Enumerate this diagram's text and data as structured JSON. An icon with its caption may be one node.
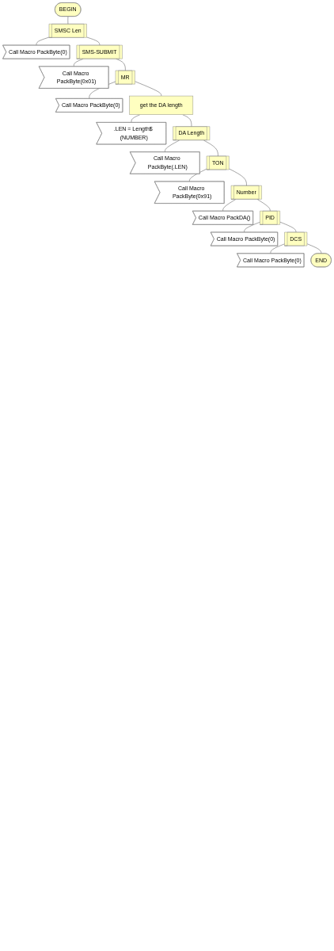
{
  "diagram": {
    "nodes": [
      {
        "text": [
          "BEGIN"
        ]
      },
      {
        "text": [
          "SMSC Len"
        ]
      },
      {
        "text": [
          "Call Macro PackByte(0)"
        ]
      },
      {
        "text": [
          "SMS-SUBMIT"
        ]
      },
      {
        "text": [
          "Call Macro PackByte(0x01)"
        ]
      },
      {
        "text": [
          "MR"
        ]
      },
      {
        "text": [
          "Call Macro PackByte(0)"
        ]
      },
      {
        "text": [
          "get the DA length"
        ]
      },
      {
        "text": [
          ".LEN = Length$ (NUMBER)"
        ]
      },
      {
        "text": [
          "DA Length"
        ]
      },
      {
        "text": [
          "Call Macro PackByte(.LEN)"
        ]
      },
      {
        "text": [
          "TON"
        ]
      },
      {
        "text": [
          "Call Macro PackByte(0x91)"
        ]
      },
      {
        "text": [
          "Number"
        ]
      },
      {
        "text": [
          "Call Macro PackDA()"
        ]
      },
      {
        "text": [
          "PID"
        ]
      },
      {
        "text": [
          "Call Macro PackByte(0)"
        ]
      },
      {
        "text": [
          "DCS"
        ]
      },
      {
        "text": [
          "Call Macro PackByte(0)"
        ]
      },
      {
        "text": [
          "END"
        ]
      }
    ],
    "edges": [
      {
        "from": 0,
        "to": 1,
        "arrow": "none"
      },
      {
        "from": 1,
        "to": 2,
        "arrow": "none"
      },
      {
        "from": 1,
        "to": 3,
        "arrow": "none"
      },
      {
        "from": 3,
        "to": 4,
        "arrow": "none"
      },
      {
        "from": 3,
        "to": 5,
        "arrow": "none"
      },
      {
        "from": 5,
        "to": 6,
        "arrow": "none"
      },
      {
        "from": 5,
        "to": 7,
        "arrow": "none"
      },
      {
        "from": 7,
        "to": 8,
        "arrow": "none"
      },
      {
        "from": 7,
        "to": 9,
        "arrow": "none"
      },
      {
        "from": 9,
        "to": 10,
        "arrow": "none"
      },
      {
        "from": 9,
        "to": 11,
        "arrow": "none"
      },
      {
        "from": 11,
        "to": 12,
        "arrow": "none"
      },
      {
        "from": 11,
        "to": 13,
        "arrow": "none"
      },
      {
        "from": 13,
        "to": 14,
        "arrow": "none"
      },
      {
        "from": 13,
        "to": 15,
        "arrow": "none"
      },
      {
        "from": 15,
        "to": 16,
        "arrow": "none"
      },
      {
        "from": 15,
        "to": 17,
        "arrow": "none"
      },
      {
        "from": 17,
        "to": 18,
        "arrow": "none"
      },
      {
        "from": 17,
        "to": 19,
        "arrow": "none"
      }
    ]
  }
}
